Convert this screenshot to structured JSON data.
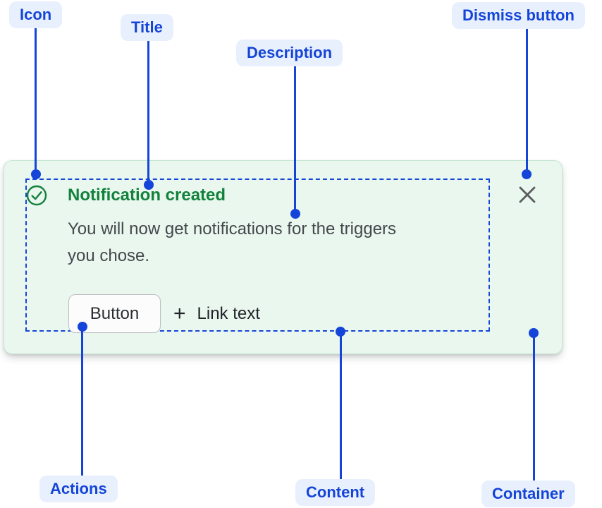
{
  "labels": {
    "icon": "Icon",
    "title": "Title",
    "description": "Description",
    "dismiss_button": "Dismiss button",
    "actions": "Actions",
    "content": "Content",
    "container": "Container"
  },
  "flag": {
    "title": "Notification created",
    "description_line1": "You will now get notifications for the triggers",
    "description_line2": "you chose.",
    "button_label": "Button",
    "link_plus": "+",
    "link_label": "Link text"
  },
  "icons": {
    "status_icon": "check-circle-icon",
    "dismiss_icon": "close-x-icon",
    "link_icon": "plus-icon"
  },
  "colors": {
    "annotation_blue": "#1545D8",
    "annotation_pill_bg": "#E8F0FD",
    "success_green": "#12813B",
    "card_background": "#E9F7EE",
    "card_border": "#C8E8D3",
    "description_text": "#45484D",
    "action_text": "#1F2227",
    "dismiss_gray": "#5B5B60"
  }
}
